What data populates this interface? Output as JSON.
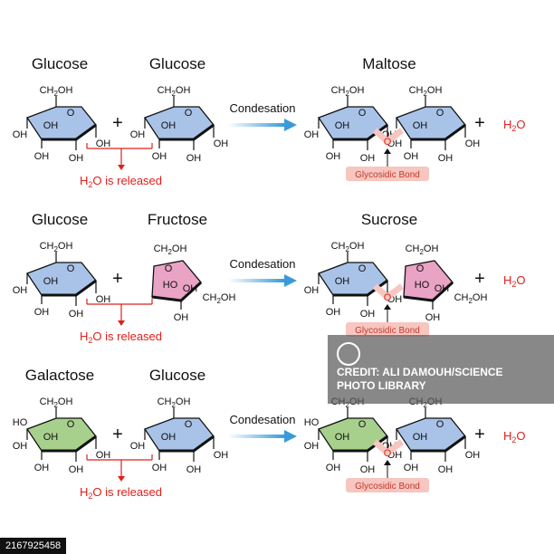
{
  "rows": [
    {
      "left_sugar": "Glucose",
      "right_sugar": "Glucose",
      "plus": "+",
      "arrow_label": "Condesation",
      "product": "Maltose",
      "water_prefix": "H",
      "water_sub": "2",
      "water_suffix": "O",
      "released_suffix": " is released",
      "bond_label": "Glycosidic Bond"
    },
    {
      "left_sugar": "Glucose",
      "right_sugar": "Fructose",
      "plus": "+",
      "arrow_label": "Condesation",
      "product": "Sucrose",
      "water_prefix": "H",
      "water_sub": "2",
      "water_suffix": "O",
      "released_suffix": " is released",
      "bond_label": "Glycosidic Bond"
    },
    {
      "left_sugar": "Galactose",
      "right_sugar": "Glucose",
      "plus": "+",
      "arrow_label": "Condesation",
      "product": "",
      "water_prefix": "H",
      "water_sub": "2",
      "water_suffix": "O",
      "released_suffix": " is released",
      "bond_label": "Glycosidic Bond"
    }
  ],
  "groups": {
    "ch2oh": "CH",
    "ch2oh_sub": "2",
    "ch2oh_end": "OH",
    "oh": "OH",
    "ho": "HO",
    "o": "O",
    "h": "H"
  },
  "colors": {
    "glucose": "#a9c3e8",
    "galactose": "#a8d08d",
    "fructose": "#e9a3c5",
    "arrow": "#3a9ad9",
    "red": "#e0201c",
    "bond_bg": "#f7c6c0"
  },
  "watermark": {
    "line1": "CREDIT: ALI DAMOUH/SCIENCE",
    "line2": "PHOTO LIBRARY"
  },
  "stock_id": "2167925458"
}
